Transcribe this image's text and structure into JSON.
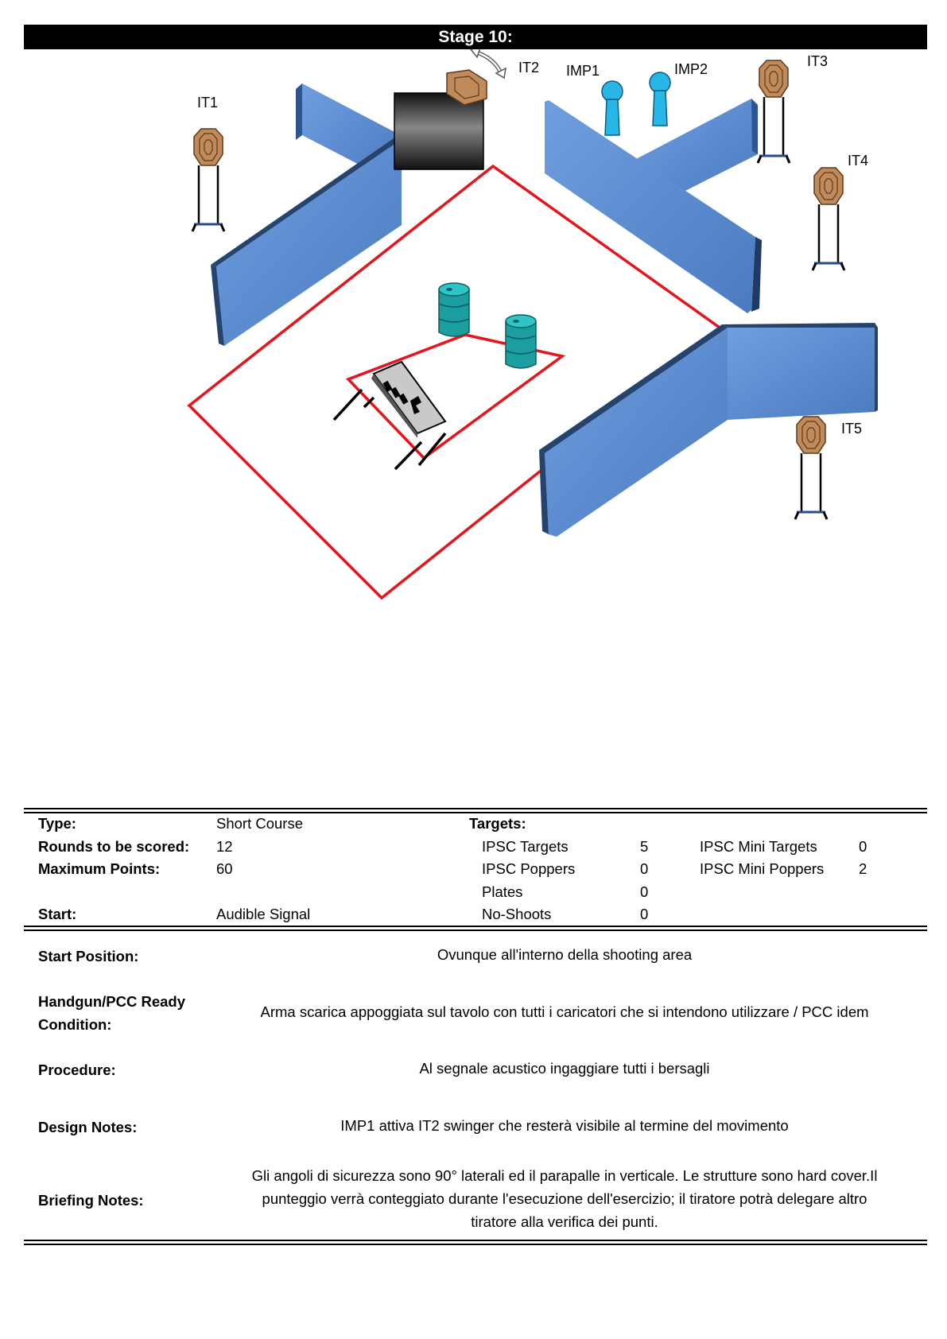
{
  "stage_title": "Stage 10:",
  "diagram_labels": {
    "it1": "IT1",
    "it2": "IT2",
    "it3": "IT3",
    "it4": "IT4",
    "it5": "IT5",
    "imp1": "IMP1",
    "imp2": "IMP2"
  },
  "colors": {
    "wall": "#5b8bd0",
    "wall_edge": "#25436d",
    "shooting_area": "#e8141b",
    "target": "#c08a5a",
    "popper": "#27b6e6",
    "barrel": "#1a9ea0"
  },
  "summary": {
    "type_label": "Type:",
    "type_value": "Short Course",
    "rounds_label": "Rounds to be scored:",
    "rounds_value": "12",
    "points_label": "Maximum Points:",
    "points_value": "60",
    "start_label": "Start:",
    "start_value": "Audible Signal",
    "targets_label": "Targets:",
    "ipsc_targets_label": "IPSC Targets",
    "ipsc_targets_value": "5",
    "ipsc_poppers_label": "IPSC Poppers",
    "ipsc_poppers_value": "0",
    "plates_label": "Plates",
    "plates_value": "0",
    "noshoots_label": "No-Shoots",
    "noshoots_value": "0",
    "mini_targets_label": "IPSC Mini Targets",
    "mini_targets_value": "0",
    "mini_poppers_label": "IPSC Mini Poppers",
    "mini_poppers_value": "2"
  },
  "details": {
    "start_position_label": "Start Position:",
    "start_position_value": "Ovunque all'interno della shooting area",
    "ready_label_1": "Handgun/PCC Ready",
    "ready_label_2": "Condition:",
    "ready_value": "Arma scarica appoggiata sul tavolo con tutti i caricatori che si intendono utilizzare  / PCC idem",
    "procedure_label": "Procedure:",
    "procedure_value": "Al segnale acustico ingaggiare tutti i bersagli",
    "design_label": "Design Notes:",
    "design_value": "IMP1 attiva IT2 swinger che resterà visibile al termine del movimento",
    "briefing_label": "Briefing Notes:",
    "briefing_line_1": "Gli angoli di sicurezza sono 90° laterali ed il parapalle in verticale. Le strutture sono hard cover.Il",
    "briefing_line_2": "punteggio verrà conteggiato durante l'esecuzione dell'esercizio; il tiratore potrà delegare altro",
    "briefing_line_3": "tiratore alla verifica  dei punti."
  }
}
